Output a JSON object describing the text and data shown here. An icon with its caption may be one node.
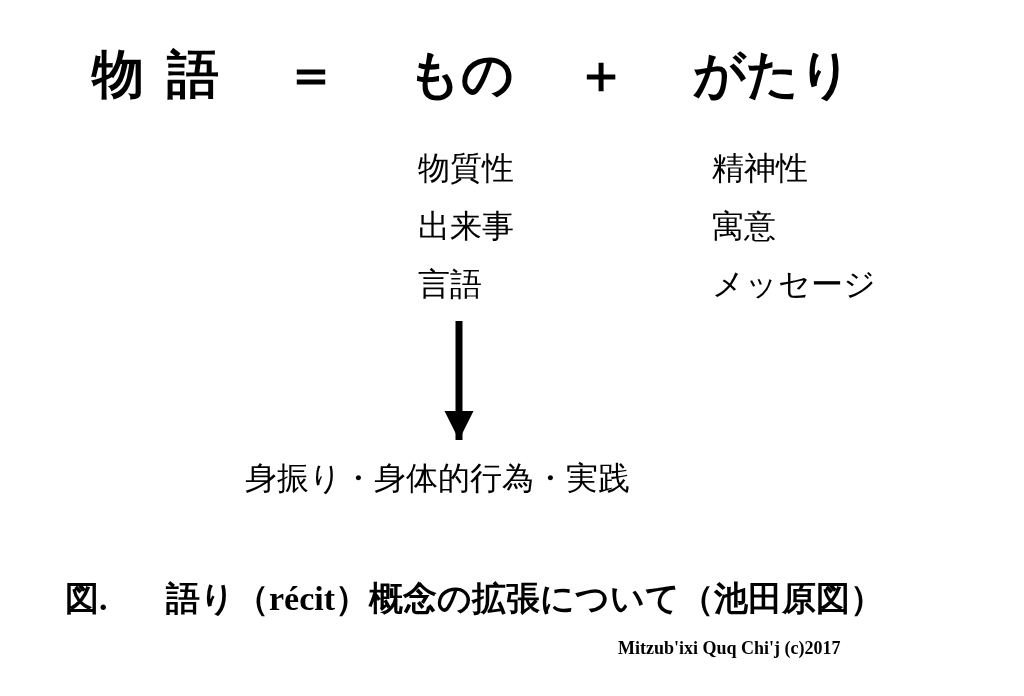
{
  "diagram": {
    "caption": "図. 語り（récit）概念の拡張について（池田原図）",
    "nodes": [
      {
        "text": [
          "物質性",
          "出来事",
          "言語"
        ]
      },
      {
        "text": [
          "身振り・身体的行為・実践"
        ]
      }
    ],
    "edges": [
      {
        "from": 0,
        "to": 1,
        "arrow": "to"
      }
    ],
    "labels": [
      "物語",
      "＝",
      "もの",
      "＋",
      "がたり",
      "精神性",
      "寓意",
      "メッセージ",
      "Mitzub'ixi Quq Chi'j (c)2017"
    ]
  }
}
